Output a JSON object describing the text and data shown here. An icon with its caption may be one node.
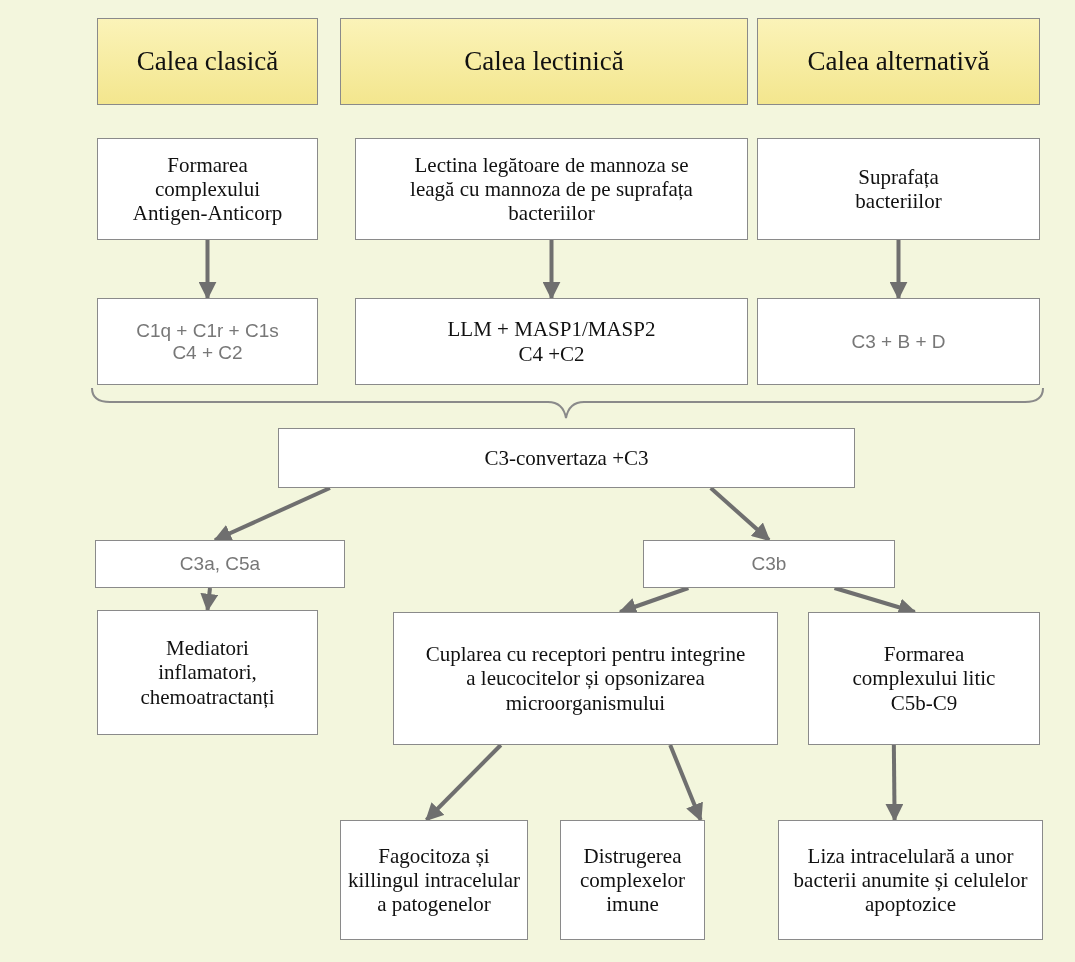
{
  "diagram": {
    "nodes": [
      {
        "text": [
          "Calea clasică"
        ]
      },
      {
        "text": [
          "Calea lectinică"
        ]
      },
      {
        "text": [
          "Calea alternativă"
        ]
      },
      {
        "text": [
          "Formarea complexului Antigen-Anticorp"
        ]
      },
      {
        "text": [
          "Lectina legătoare de mannoza se leagă cu mannoza de pe suprafața bacteriilor"
        ]
      },
      {
        "text": [
          "Suprafața bacteriilor"
        ]
      },
      {
        "text": [
          "C1q + C1r + C1s C4 + C2"
        ]
      },
      {
        "text": [
          "LLM + MASP1/MASP2 C4 +C2"
        ]
      },
      {
        "text": [
          "C3 + B + D"
        ]
      },
      {
        "text": [
          "C3-convertaza +C3"
        ]
      },
      {
        "text": [
          "C3a, C5a"
        ]
      },
      {
        "text": [
          "C3b"
        ]
      },
      {
        "text": [
          "Mediatori inflamatori, chemoatractanți"
        ]
      },
      {
        "text": [
          "Cuplarea cu receptori pentru integrine a leucocitelor și opsonizarea microorganismului"
        ]
      },
      {
        "text": [
          "Formarea complexului litic C5b-C9"
        ]
      },
      {
        "text": [
          "Fagocitoza și killingul intracelular a patogenelor"
        ]
      },
      {
        "text": [
          "Distrugerea complexelor imune"
        ]
      },
      {
        "text": [
          "Liza intracelulară a unor bacterii anumite și celulelor apoptozice"
        ]
      }
    ],
    "edges": [
      {
        "from": 3,
        "to": 6,
        "arrow": "to"
      },
      {
        "from": 4,
        "to": 7,
        "arrow": "to"
      },
      {
        "from": 5,
        "to": 8,
        "arrow": "to"
      },
      {
        "from": 9,
        "to": 10,
        "arrow": "to"
      },
      {
        "from": 9,
        "to": 11,
        "arrow": "to"
      },
      {
        "from": 10,
        "to": 12,
        "arrow": "to"
      },
      {
        "from": 11,
        "to": 13,
        "arrow": "to"
      },
      {
        "from": 11,
        "to": 14,
        "arrow": "to"
      },
      {
        "from": 13,
        "to": 15,
        "arrow": "to"
      },
      {
        "from": 13,
        "to": 16,
        "arrow": "to"
      },
      {
        "from": 14,
        "to": 17,
        "arrow": "to"
      }
    ]
  }
}
